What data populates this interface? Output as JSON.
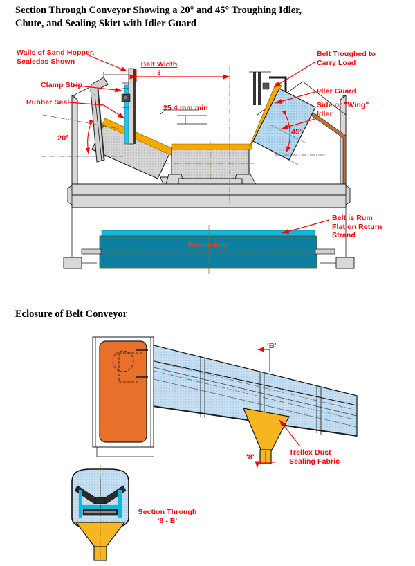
{
  "document": {
    "title_line1": "Section Through Conveyor Showing a 20° and 45° Troughing Idler,",
    "title_line2": "Chute, and Sealing Skirt with Idler Guard",
    "subheading": "Eclosure of Belt Conveyor"
  },
  "figure1": {
    "labels": {
      "walls_of_sand_hopper": "Walls of Sand Hopper,\nSealedas Shown",
      "clamp_strip": "Clamp Strip",
      "rubber_seal": "Rubber Seal",
      "belt_width_title": "Belt Width",
      "belt_width_value": "3",
      "clearance": "25 4 mm min",
      "belt_troughed": "Belt Troughed to\nCarry Load",
      "idler_guard": "Idler Guard",
      "wing_idler": "Side or \"Wing\"\nIdler",
      "angle_left": "20°",
      "angle_right": "45°",
      "return_strand": "Belt is Rum\nFlat on Return\nStrand",
      "return_idler": "Return Idler"
    }
  },
  "figure2": {
    "labels": {
      "section_marker_top": "'B'",
      "section_marker_bottom": "'8'",
      "trellex": "Trellex Dust\nSealing Fabric",
      "section_through_line1": "Section Through",
      "section_through_line2": "'8 - B'"
    }
  },
  "colors": {
    "callout_red": "#ff0000",
    "belt_amber": "#f5a800",
    "idler_blue": "#bcd8ef",
    "return_idler_teal": "#0e7f9e",
    "hood_orange": "#e8702a",
    "chute_amber": "#f7b521",
    "steel_gray": "#cfcfcf"
  }
}
